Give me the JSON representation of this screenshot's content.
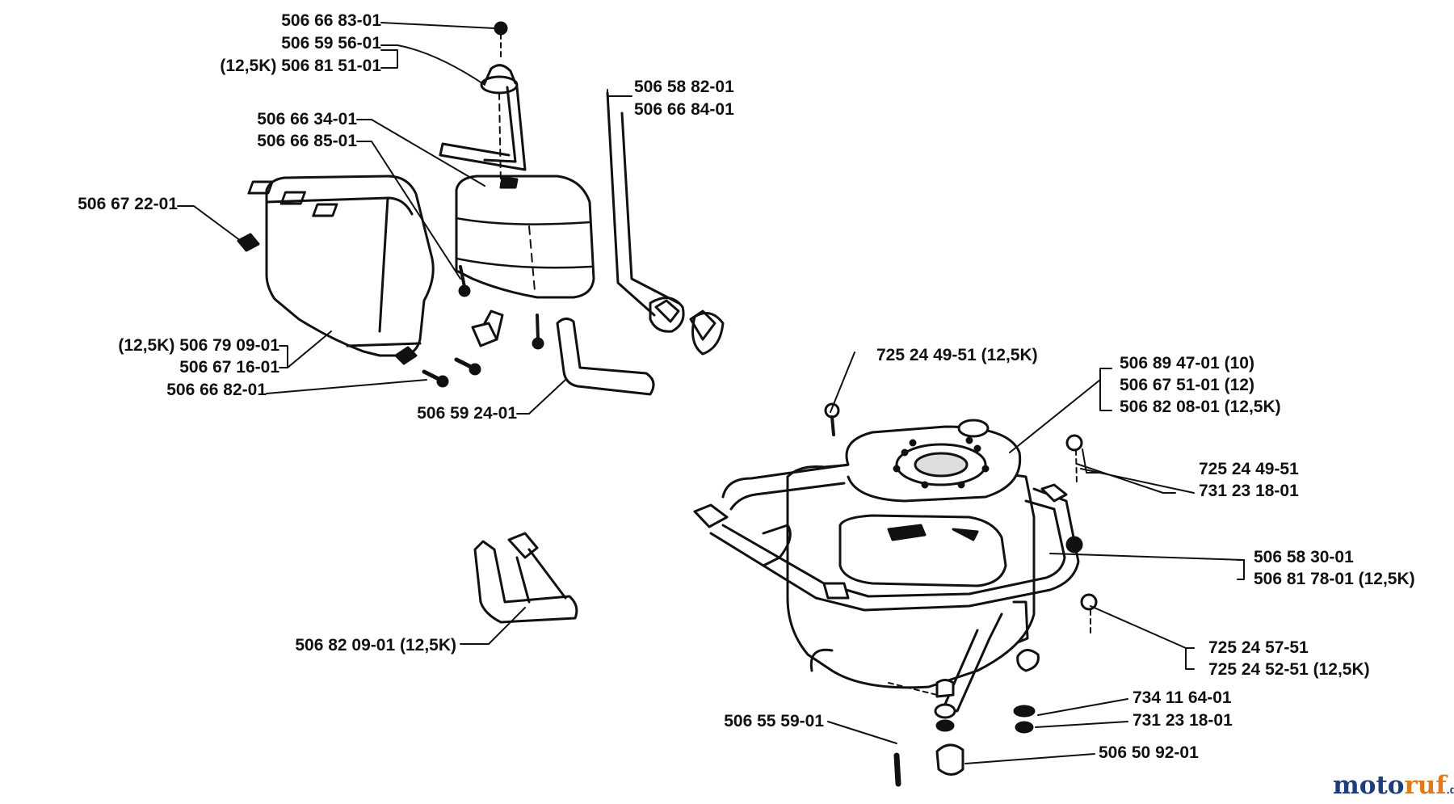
{
  "diagram": {
    "parts": [
      {
        "id": "p1",
        "text": "506 66 83-01"
      },
      {
        "id": "p2",
        "text": "506 59 56-01"
      },
      {
        "id": "p3",
        "text": "(12,5K) 506 81 51-01"
      },
      {
        "id": "p4",
        "text": "506 58 82-01"
      },
      {
        "id": "p5",
        "text": "506 66 84-01"
      },
      {
        "id": "p6",
        "text": "506 66 34-01"
      },
      {
        "id": "p7",
        "text": "506 66 85-01"
      },
      {
        "id": "p8",
        "text": "506 67 22-01"
      },
      {
        "id": "p9",
        "text": "(12,5K) 506 79 09-01"
      },
      {
        "id": "p10",
        "text": "506 67 16-01"
      },
      {
        "id": "p11",
        "text": "506 66 82-01"
      },
      {
        "id": "p12",
        "text": "506 59 24-01"
      },
      {
        "id": "p13",
        "text": "725 24 49-51 (12,5K)"
      },
      {
        "id": "p14",
        "text": "506 89 47-01 (10)"
      },
      {
        "id": "p15",
        "text": "506 67 51-01 (12)"
      },
      {
        "id": "p16",
        "text": "506 82 08-01 (12,5K)"
      },
      {
        "id": "p17",
        "text": "725 24 49-51"
      },
      {
        "id": "p18",
        "text": "731 23 18-01"
      },
      {
        "id": "p19",
        "text": "506 58 30-01"
      },
      {
        "id": "p20",
        "text": "506 81 78-01 (12,5K)"
      },
      {
        "id": "p21",
        "text": "506 82 09-01 (12,5K)"
      },
      {
        "id": "p22",
        "text": "725 24 57-51"
      },
      {
        "id": "p23",
        "text": "725 24 52-51 (12,5K)"
      },
      {
        "id": "p24",
        "text": "734 11 64-01"
      },
      {
        "id": "p25",
        "text": "731 23 18-01"
      },
      {
        "id": "p26",
        "text": "506 55 59-01"
      },
      {
        "id": "p27",
        "text": "506 50 92-01"
      }
    ]
  },
  "watermark": {
    "part1": "moto",
    "part2": "ruf",
    "part3": ".de"
  }
}
